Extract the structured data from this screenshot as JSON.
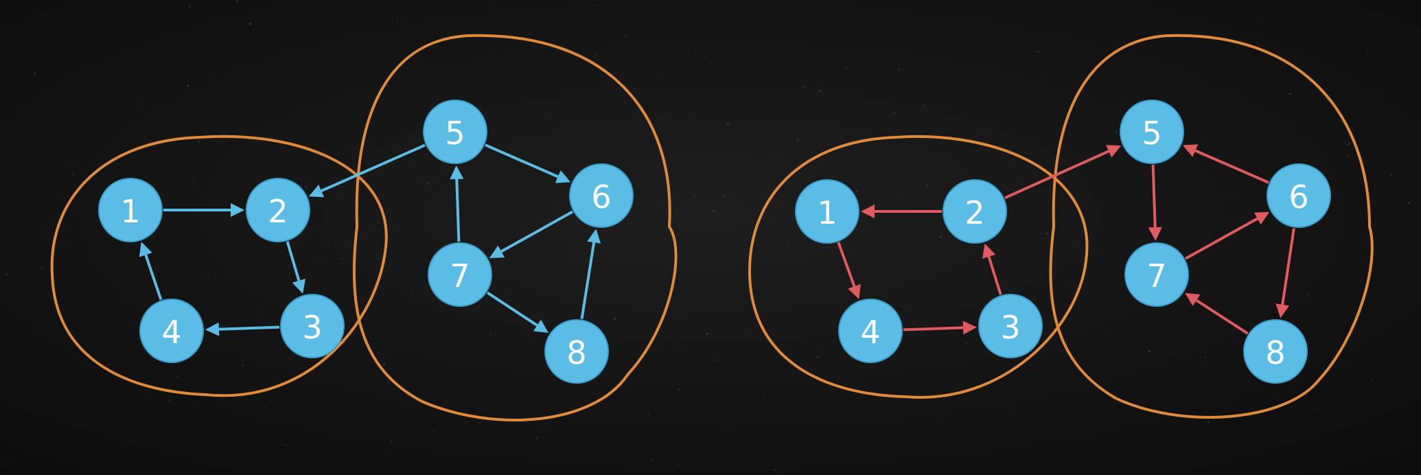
{
  "colors": {
    "background": "#141414",
    "node_fill": "#5bbde6",
    "node_text": "#ffffff",
    "group_outline": "#e08a3a",
    "left_edge": "#5bbde6",
    "right_edge": "#e05a5f"
  },
  "graphs": [
    {
      "id": "left-graph",
      "edge_color_key": "left_edge",
      "groups": [
        [
          "1",
          "2",
          "3",
          "4"
        ],
        [
          "5",
          "6",
          "7",
          "8"
        ]
      ],
      "nodes": [
        {
          "id": "1",
          "label": "1"
        },
        {
          "id": "2",
          "label": "2"
        },
        {
          "id": "3",
          "label": "3"
        },
        {
          "id": "4",
          "label": "4"
        },
        {
          "id": "5",
          "label": "5"
        },
        {
          "id": "6",
          "label": "6"
        },
        {
          "id": "7",
          "label": "7"
        },
        {
          "id": "8",
          "label": "8"
        }
      ],
      "edges": [
        {
          "from": "1",
          "to": "2"
        },
        {
          "from": "2",
          "to": "3"
        },
        {
          "from": "3",
          "to": "4"
        },
        {
          "from": "4",
          "to": "1"
        },
        {
          "from": "5",
          "to": "2"
        },
        {
          "from": "5",
          "to": "6"
        },
        {
          "from": "6",
          "to": "7"
        },
        {
          "from": "7",
          "to": "5"
        },
        {
          "from": "7",
          "to": "8"
        },
        {
          "from": "8",
          "to": "6"
        }
      ]
    },
    {
      "id": "right-graph",
      "edge_color_key": "right_edge",
      "groups": [
        [
          "1",
          "2",
          "3",
          "4"
        ],
        [
          "5",
          "6",
          "7",
          "8"
        ]
      ],
      "nodes": [
        {
          "id": "1",
          "label": "1"
        },
        {
          "id": "2",
          "label": "2"
        },
        {
          "id": "3",
          "label": "3"
        },
        {
          "id": "4",
          "label": "4"
        },
        {
          "id": "5",
          "label": "5"
        },
        {
          "id": "6",
          "label": "6"
        },
        {
          "id": "7",
          "label": "7"
        },
        {
          "id": "8",
          "label": "8"
        }
      ],
      "edges": [
        {
          "from": "2",
          "to": "1"
        },
        {
          "from": "1",
          "to": "4"
        },
        {
          "from": "4",
          "to": "3"
        },
        {
          "from": "3",
          "to": "2"
        },
        {
          "from": "2",
          "to": "5"
        },
        {
          "from": "5",
          "to": "7"
        },
        {
          "from": "7",
          "to": "6"
        },
        {
          "from": "6",
          "to": "5"
        },
        {
          "from": "6",
          "to": "8"
        },
        {
          "from": "8",
          "to": "7"
        }
      ]
    }
  ]
}
